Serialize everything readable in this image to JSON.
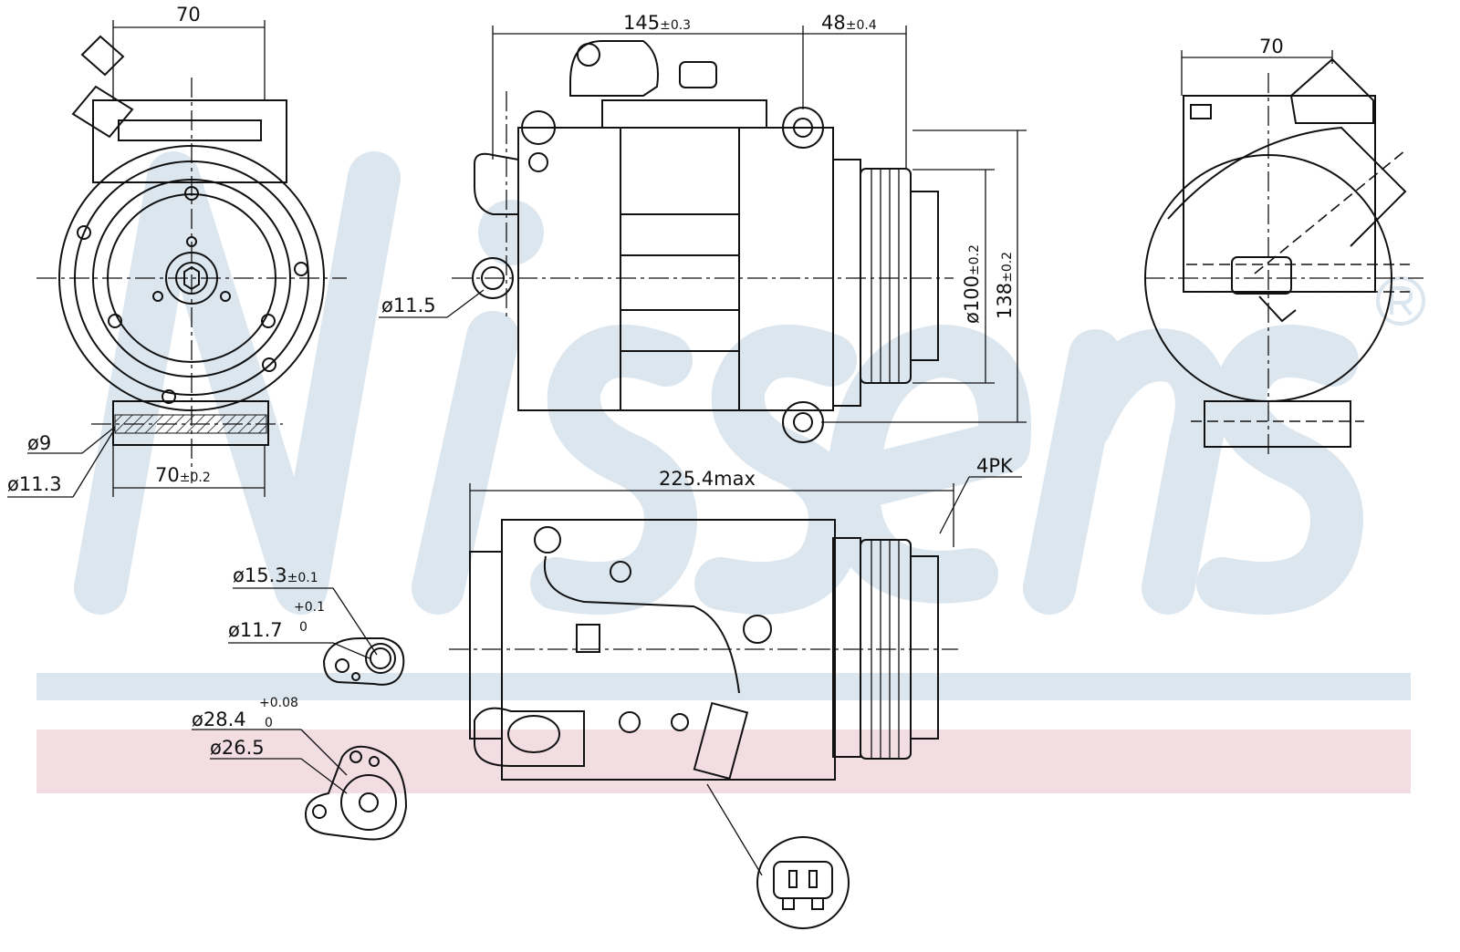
{
  "brand": {
    "watermark": "Nissens",
    "registered_mark": "®"
  },
  "colors": {
    "watermark": "#dce6ef",
    "band_blue": "#dce6ef",
    "band_pink": "#f2dde2",
    "line": "#111111"
  },
  "dimensions": {
    "front_top_width": "70",
    "front_mount_width": "70",
    "front_mount_width_tol": "±0.2",
    "front_hole_small": "ø9",
    "front_hole_large": "ø11.3",
    "side_length": "145",
    "side_length_tol": "±0.3",
    "side_clutch": "48",
    "side_clutch_tol": "±0.4",
    "side_hole": "ø11.5",
    "pulley_dia": "ø100",
    "pulley_dia_tol": "±0.2",
    "height": "138",
    "height_tol": "±0.2",
    "rear_width": "70",
    "overall_length": "225.4max",
    "belt": "4PK",
    "port1_outer": "ø15.3",
    "port1_outer_tol": "±0.1",
    "port1_inner": "ø11.7",
    "port1_inner_tol_upper": "+0.1",
    "port1_inner_tol_lower": "0",
    "port2_outer": "ø28.4",
    "port2_outer_tol_upper": "+0.08",
    "port2_outer_tol_lower": "0",
    "port2_inner": "ø26.5"
  }
}
